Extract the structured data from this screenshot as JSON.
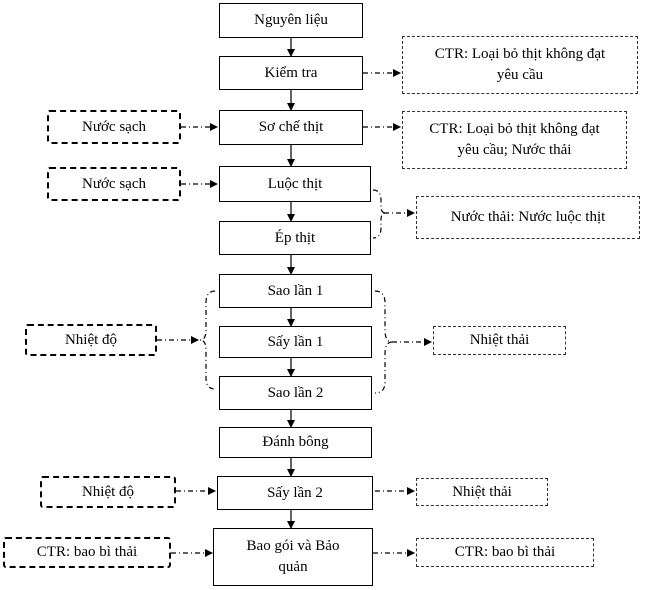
{
  "process_steps": [
    "Nguyên liệu",
    "Kiểm tra",
    "Sơ chế thịt",
    "Luộc thịt",
    "Ép thịt",
    "Sao lần 1",
    "Sấy lần 1",
    "Sao lần 2",
    "Đánh bông",
    "Sấy lần 2",
    "Bao gói và Bảo\nquản"
  ],
  "inputs": {
    "water_1": "Nước sạch",
    "water_2": "Nước sạch",
    "temperature_1": "Nhiệt độ",
    "temperature_2": "Nhiệt độ",
    "packaging_waste_in": "CTR:  bao bì thải"
  },
  "outputs": {
    "check_waste": "CTR: Loại bỏ thịt không đạt\nyêu cầu",
    "prep_waste": "CTR: Loại bỏ thịt không đạt\nyêu cầu; Nước thải",
    "boiling_water": "Nước thải: Nước luộc thịt",
    "heat_1": "Nhiệt thải",
    "heat_2": "Nhiệt thải",
    "packaging_waste_out": "CTR: bao bì thải"
  }
}
